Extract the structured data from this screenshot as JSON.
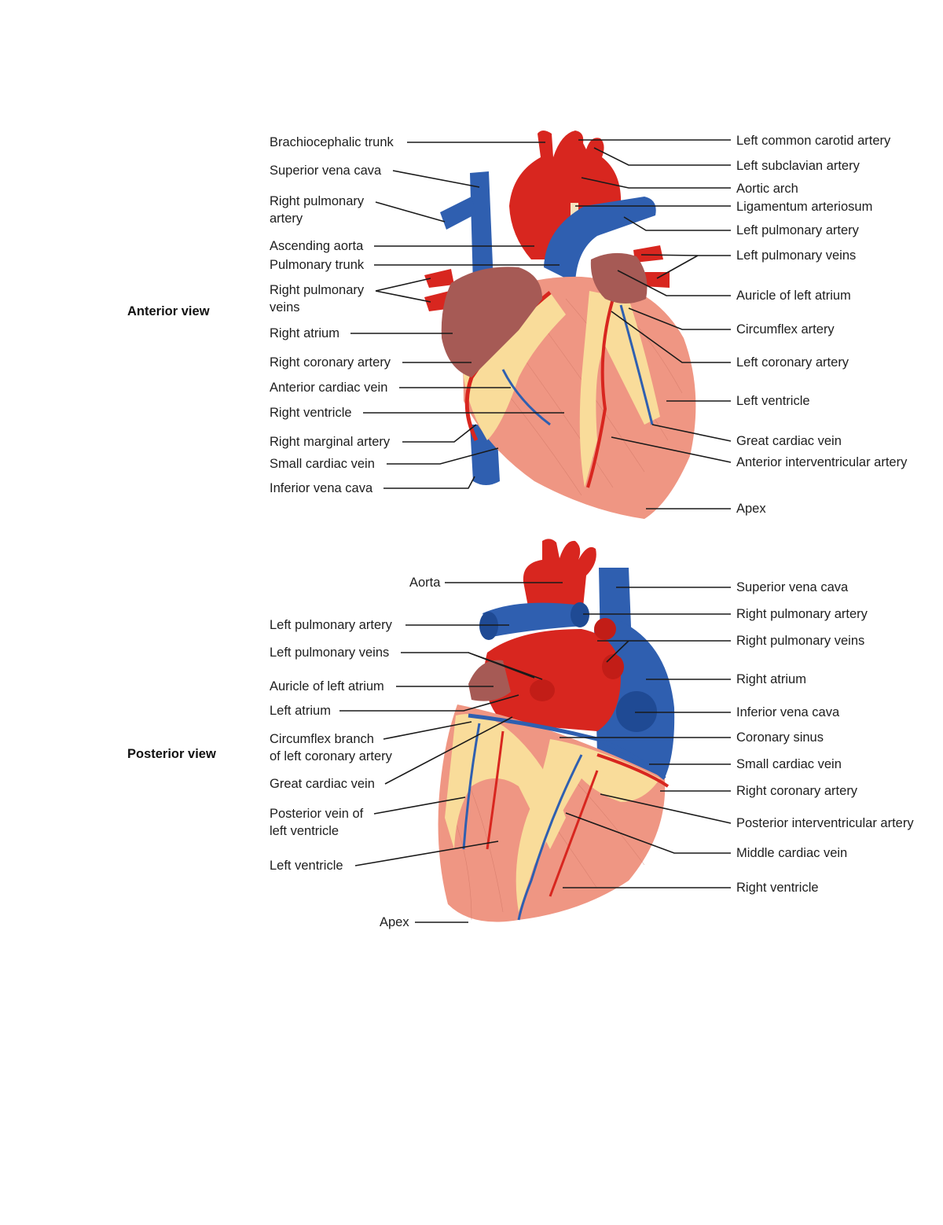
{
  "anterior": {
    "title": "Anterior view",
    "labels_left": [
      "Brachiocephalic trunk",
      "Superior vena cava",
      "Right pulmonary",
      "artery",
      "Ascending aorta",
      "Pulmonary trunk",
      "Right pulmonary",
      "veins",
      "Right atrium",
      "Right coronary artery",
      "Anterior cardiac vein",
      "Right ventricle",
      "Right marginal artery",
      "Small cardiac vein",
      "Inferior vena cava"
    ],
    "labels_right": [
      "Left common carotid artery",
      "Left subclavian artery",
      "Aortic arch",
      "Ligamentum arteriosum",
      "Left pulmonary artery",
      "Left pulmonary veins",
      "Auricle of left atrium",
      "Circumflex artery",
      "Left coronary artery",
      "Left ventricle",
      "Great cardiac vein",
      "Anterior interventricular artery",
      "Apex"
    ]
  },
  "posterior": {
    "title": "Posterior view",
    "labels_left": [
      "Aorta",
      "Left pulmonary artery",
      "Left pulmonary veins",
      "Auricle of left atrium",
      "Left atrium",
      "Circumflex branch",
      "of left coronary artery",
      "Great cardiac vein",
      "Posterior vein of",
      "left ventricle",
      "Left ventricle",
      "Apex"
    ],
    "labels_right": [
      "Superior vena cava",
      "Right pulmonary artery",
      "Right pulmonary veins",
      "Right atrium",
      "Inferior vena cava",
      "Coronary sinus",
      "Small cardiac vein",
      "Right coronary artery",
      "Posterior interventricular artery",
      "Middle cardiac vein",
      "Right ventricle"
    ]
  },
  "colors": {
    "artery": "#d8261f",
    "vein": "#2f5fb0",
    "muscle": "#ef9683",
    "atrium": "#a65a55",
    "fat": "#f9dc9a"
  }
}
